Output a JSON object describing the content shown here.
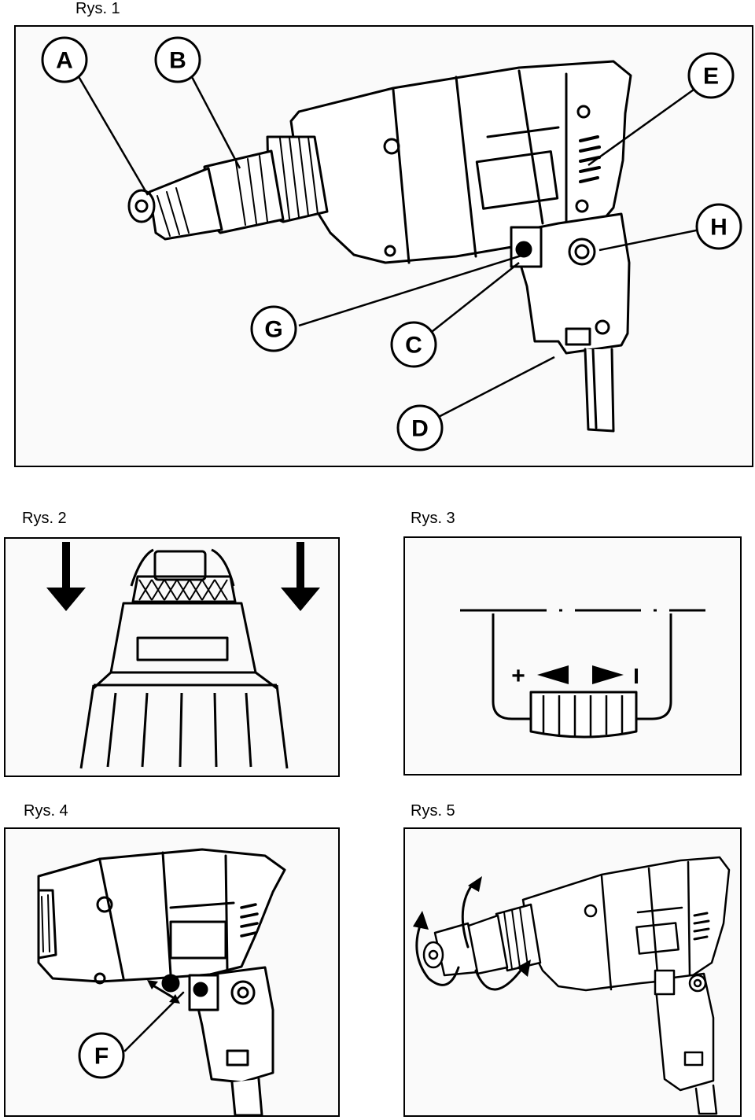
{
  "figures": [
    {
      "caption": "Rys. 1"
    },
    {
      "caption": "Rys. 2"
    },
    {
      "caption": "Rys. 3"
    },
    {
      "caption": "Rys. 4"
    },
    {
      "caption": "Rys. 5"
    }
  ],
  "fig1": {
    "callouts": [
      "A",
      "B",
      "E",
      "H",
      "G",
      "C",
      "D"
    ]
  },
  "fig3": {
    "plus": "+",
    "minus": "I"
  },
  "fig4": {
    "callout": "F"
  }
}
